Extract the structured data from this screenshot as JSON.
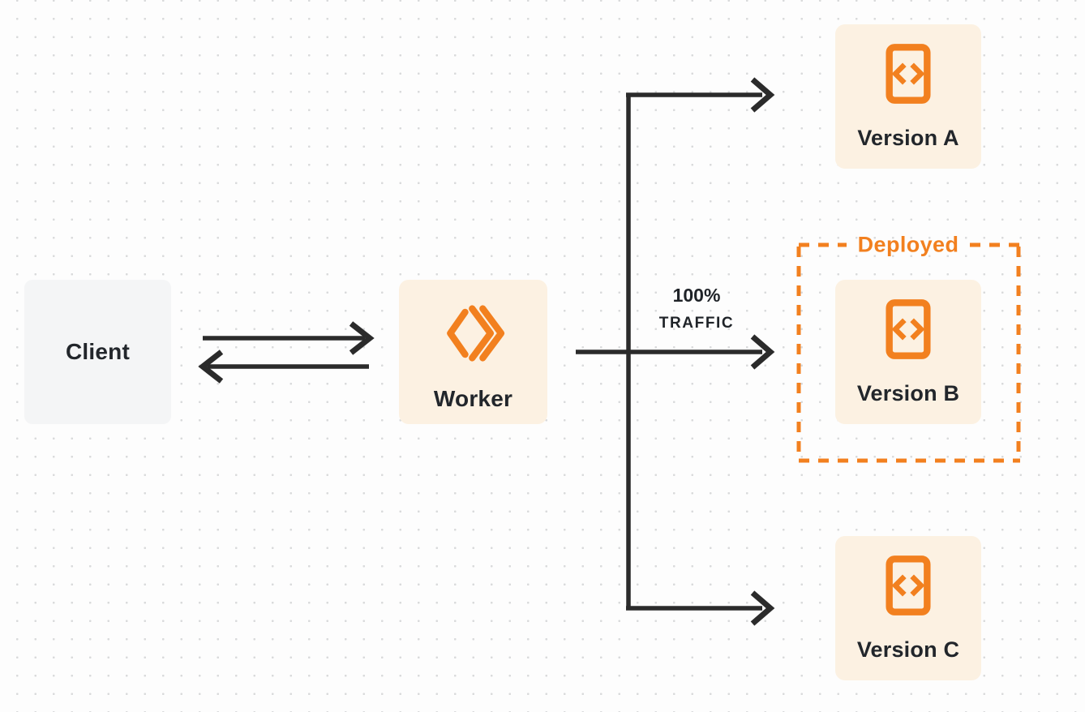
{
  "diagram": {
    "title": "worker-version-traffic-routing",
    "colors": {
      "canvas_bg": "#fdfdfd",
      "dot_grid": "#d9dadb",
      "arrow_dark": "#2b2b2b",
      "accent_orange": "#f2801f",
      "node_cream_bg": "#fcf1e2",
      "client_gray_bg": "#f4f5f6",
      "text_dark": "#22262b"
    },
    "nodes": {
      "client": {
        "label": "Client"
      },
      "worker": {
        "label": "Worker",
        "icon": "cloudflare-workers-logo-icon"
      },
      "version_a": {
        "label": "Version A",
        "icon": "code-file-icon"
      },
      "version_b": {
        "label": "Version B",
        "icon": "code-file-icon",
        "status": "Deployed"
      },
      "version_c": {
        "label": "Version C",
        "icon": "code-file-icon"
      }
    },
    "annotations": {
      "deployed": "Deployed",
      "traffic_percent": "100%",
      "traffic_word": "TRAFFIC"
    },
    "edges": [
      {
        "from": "client",
        "to": "worker",
        "type": "bidirectional"
      },
      {
        "from": "worker",
        "to": "version_a",
        "type": "arrow"
      },
      {
        "from": "worker",
        "to": "version_b",
        "type": "arrow",
        "label": "100% TRAFFIC"
      },
      {
        "from": "worker",
        "to": "version_c",
        "type": "arrow"
      }
    ]
  }
}
